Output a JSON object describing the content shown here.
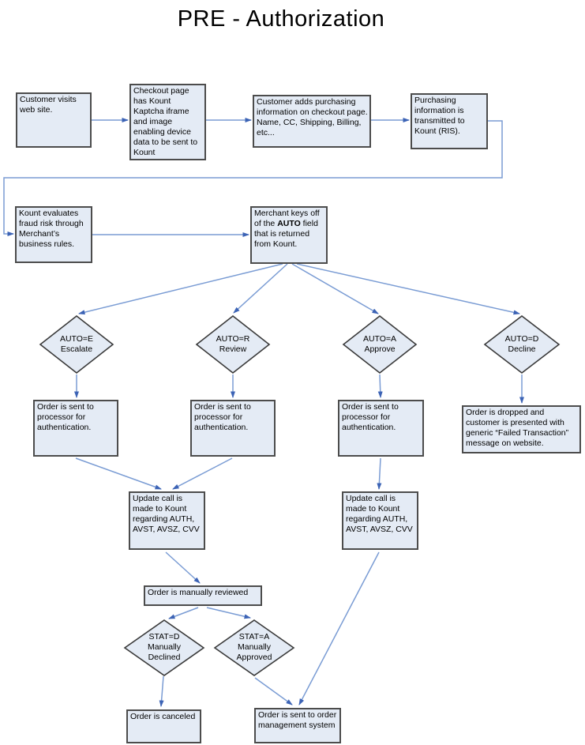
{
  "title": "PRE - Authorization",
  "colors": {
    "node_fill": "#e4ebf5",
    "node_border": "#4c4c4c",
    "diamond_border": "#3a3a3a",
    "connector": "#7a9cd4",
    "arrowhead": "#3c63b5",
    "text": "#000000",
    "background": "#ffffff"
  },
  "nodes": {
    "customer_visits": {
      "text": "Customer visits web site."
    },
    "checkout_page": {
      "text": "Checkout page has Kount Kaptcha iframe and image enabling device data to be sent to Kount"
    },
    "customer_adds": {
      "text": "Customer adds purchasing information on checkout page. Name, CC, Shipping, Billing, etc..."
    },
    "purchasing_transmitted": {
      "text": "Purchasing information is transmitted to Kount (RIS)."
    },
    "kount_evaluates": {
      "text": "Kount evaluates fraud risk through Merchant’s business rules."
    },
    "merchant_keys": {
      "text_before": "Merchant keys off of the ",
      "text_bold": "AUTO",
      "text_after": " field that is returned from Kount."
    },
    "auto_e": {
      "line1": "AUTO=E",
      "line2": "Escalate"
    },
    "auto_r": {
      "line1": "AUTO=R",
      "line2": "Review"
    },
    "auto_a": {
      "line1": "AUTO=A",
      "line2": "Approve"
    },
    "auto_d": {
      "line1": "AUTO=D",
      "line2": "Decline"
    },
    "processor_1": {
      "text": "Order is sent to processor for authentication."
    },
    "processor_2": {
      "text": "Order is sent to processor for authentication."
    },
    "processor_3": {
      "text": "Order is sent to processor for authentication."
    },
    "order_dropped": {
      "text": "Order is dropped and customer is presented with generic “Failed Transaction” message on website."
    },
    "update_call_1": {
      "text": "Update call is made to Kount regarding AUTH, AVST, AVSZ, CVV"
    },
    "update_call_2": {
      "text": "Update call is made to Kount regarding AUTH, AVST, AVSZ, CVV"
    },
    "manually_reviewed": {
      "text": "Order is manually reviewed"
    },
    "stat_d": {
      "line1": "STAT=D",
      "line2": "Manually",
      "line3": "Declined"
    },
    "stat_a": {
      "line1": "STAT=A",
      "line2": "Manually",
      "line3": "Approved"
    },
    "order_canceled": {
      "text": "Order is canceled"
    },
    "order_sent_oms": {
      "text": "Order is sent to order management system"
    }
  }
}
